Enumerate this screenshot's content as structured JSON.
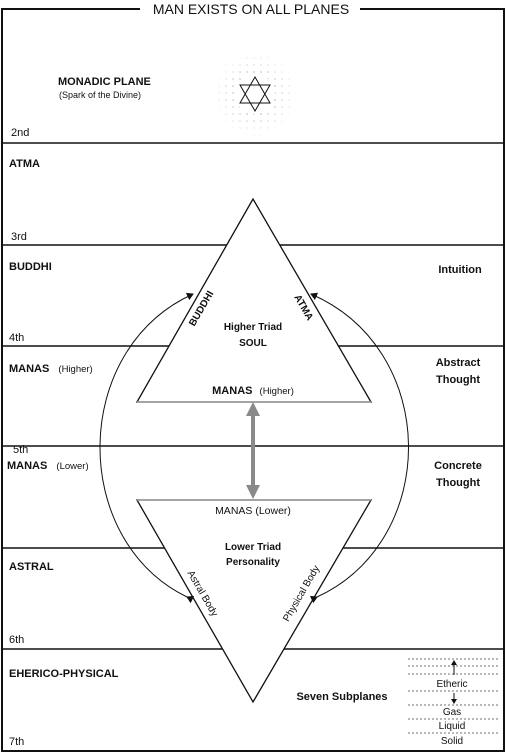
{
  "title": "MAN EXISTS ON ALL PLANES",
  "planes": {
    "monadic": {
      "name": "MONADIC PLANE",
      "sub": "(Spark of the Divine)"
    },
    "atma": {
      "name": "ATMA"
    },
    "buddhi": {
      "name": "BUDDHI",
      "side": "Intuition"
    },
    "manas_higher": {
      "name": "MANAS",
      "qual": "(Higher)",
      "side_1": "Abstract",
      "side_2": "Thought"
    },
    "manas_lower": {
      "name": "MANAS",
      "qual": "(Lower)",
      "side_1": "Concrete",
      "side_2": "Thought"
    },
    "astral": {
      "name": "ASTRAL"
    },
    "physical": {
      "name": "EHERICO-PHYSICAL",
      "side": "Seven Subplanes"
    }
  },
  "ordinals": [
    "2nd",
    "3rd",
    "4th",
    "5th",
    "6th",
    "7th"
  ],
  "upper_triangle": {
    "left_edge": "BUDDHI",
    "right_edge": "ATMA",
    "center_1": "Higher Triad",
    "center_2": "SOUL",
    "base_label": "MANAS",
    "base_qual": "(Higher)"
  },
  "lower_triangle": {
    "top_label": "MANAS (Lower)",
    "center_1": "Lower Triad",
    "center_2": "Personality",
    "left_edge": "Astral Body",
    "right_edge": "Physical Body"
  },
  "subplanes": [
    "Etheric",
    "Gas",
    "Liquid",
    "Solid"
  ]
}
